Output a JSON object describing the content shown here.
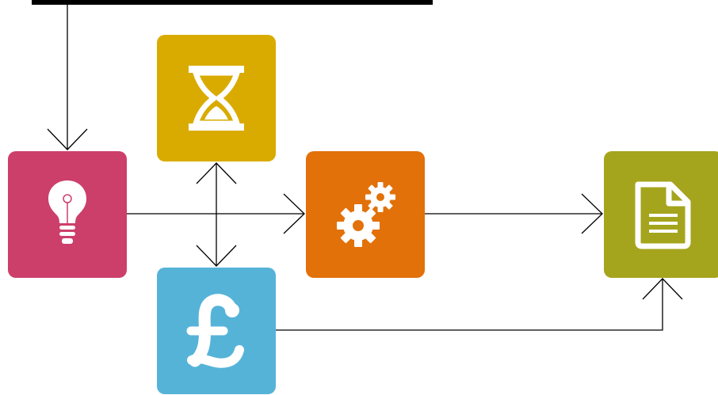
{
  "diagram": {
    "nodes": [
      {
        "id": "idea",
        "icon": "lightbulb-icon",
        "color": "#cc3f6a"
      },
      {
        "id": "time",
        "icon": "hourglass-icon",
        "color": "#d9ab00"
      },
      {
        "id": "money",
        "icon": "pound-sign-icon",
        "color": "#56b3d8"
      },
      {
        "id": "process",
        "icon": "gears-icon",
        "color": "#e27109"
      },
      {
        "id": "output",
        "icon": "document-icon",
        "color": "#a5a41d"
      }
    ],
    "connectors": [
      {
        "from": "input",
        "to": "idea"
      },
      {
        "from": "idea",
        "to": "process"
      },
      {
        "from": "time",
        "to": "money",
        "bidirectional": true
      },
      {
        "from": "process",
        "to": "output"
      },
      {
        "from": "money",
        "to": "output"
      }
    ],
    "line_color": "#000000"
  }
}
